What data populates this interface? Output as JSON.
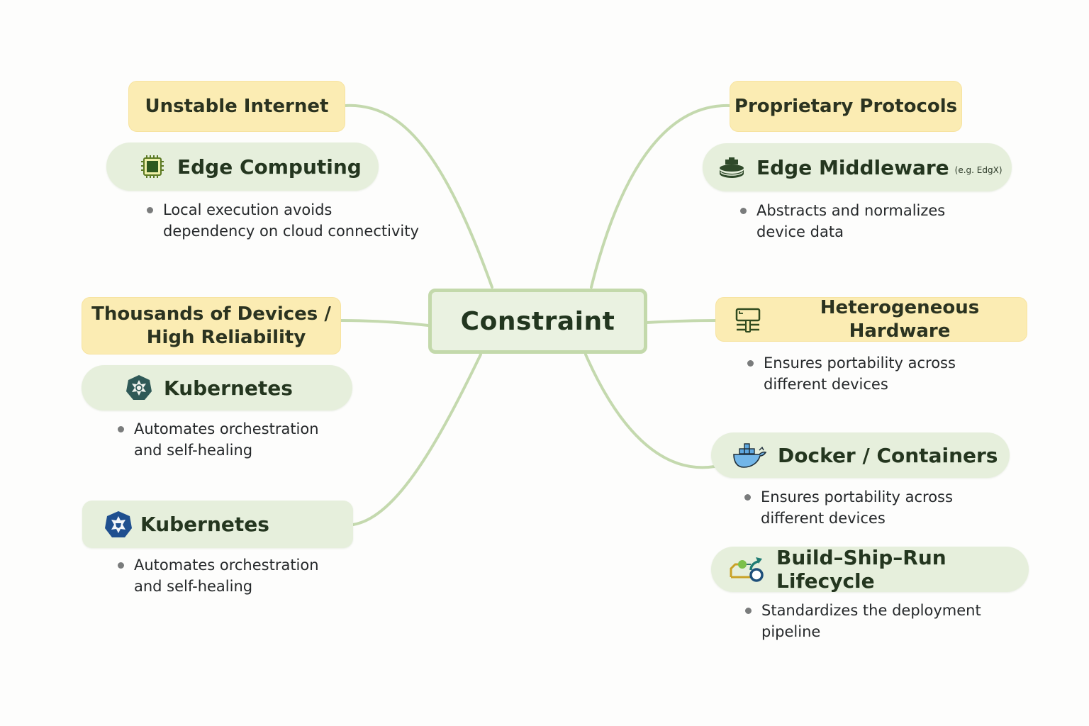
{
  "center": {
    "label": "Constraint"
  },
  "branches": [
    {
      "constraint": "Unstable Internet",
      "solution": {
        "label": "Edge Computing",
        "icon": "cpu-chip-icon",
        "note": ""
      },
      "bullet_lines": [
        "Local execution avoids",
        "dependency on cloud connectivity"
      ]
    },
    {
      "constraint": "Proprietary Protocols",
      "solution": {
        "label": "Edge Middleware",
        "icon": "middleware-stack-icon",
        "note": "(e.g. EdgX)"
      },
      "bullet_lines": [
        "Abstracts and normalizes",
        "device data"
      ]
    },
    {
      "constraint_lines": [
        "Thousands of Devices /",
        "High Reliability"
      ],
      "solution": {
        "label": "Kubernetes",
        "icon": "kubernetes-icon",
        "note": ""
      },
      "bullet_lines": [
        "Automates orchestration",
        "and self-healing"
      ]
    },
    {
      "constraint": "Heterogeneous Hardware",
      "constraint_icon": "hardware-board-icon",
      "bullet_lines": [
        "Ensures portability across",
        "different devices"
      ]
    },
    {
      "solution": {
        "label": "Kubernetes",
        "icon": "kubernetes-icon",
        "note": ""
      },
      "bullet_lines": [
        "Automates orchestration",
        "and self-healing"
      ]
    },
    {
      "solution": {
        "label": "Docker / Containers",
        "icon": "docker-whale-icon",
        "note": ""
      },
      "bullet_lines": [
        "Ensures portability across",
        "different devices"
      ]
    },
    {
      "solution": {
        "label": "Build–Ship–Run Lifecycle",
        "icon": "lifecycle-pipeline-icon",
        "note": ""
      },
      "bullet_lines": [
        "Standardizes the deployment",
        "pipeline"
      ]
    }
  ],
  "colors": {
    "constraint_fill": "#fbecb3",
    "solution_fill": "#e6efdc",
    "connector": "#c4d9ae",
    "center_border": "#c3d9ab",
    "text": "#22361f"
  }
}
